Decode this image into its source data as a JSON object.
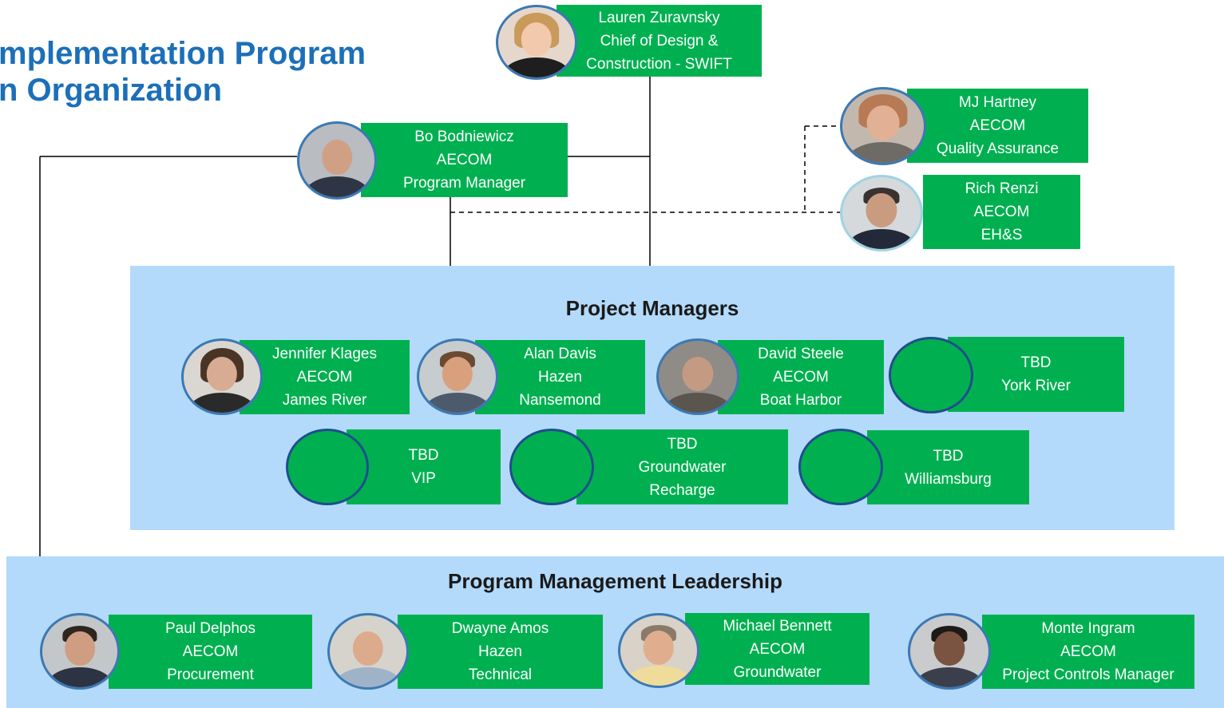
{
  "title": {
    "line1": "mplementation Program",
    "line2": "n Organization"
  },
  "leaders": {
    "lauren": {
      "name": "Lauren Zuravnsky",
      "line2": "Chief of Design &",
      "line3": "Construction - SWIFT"
    },
    "bo": {
      "name": "Bo Bodniewicz",
      "line2": "AECOM",
      "line3": "Program Manager"
    },
    "mj": {
      "name": "MJ Hartney",
      "line2": "AECOM",
      "line3": "Quality Assurance"
    },
    "rich": {
      "name": "Rich Renzi",
      "line2": "AECOM",
      "line3": "EH&S"
    }
  },
  "project_managers": {
    "title": "Project Managers",
    "cards": [
      {
        "name": "Jennifer Klages",
        "org": "AECOM",
        "role": "James River"
      },
      {
        "name": "Alan Davis",
        "org": "Hazen",
        "role": "Nansemond"
      },
      {
        "name": "David Steele",
        "org": "AECOM",
        "role": "Boat Harbor"
      },
      {
        "name": "TBD",
        "org": "York River",
        "role": ""
      },
      {
        "name": "TBD",
        "org": "VIP",
        "role": ""
      },
      {
        "name": "TBD",
        "org": "Groundwater",
        "role": "Recharge"
      },
      {
        "name": "TBD",
        "org": "Williamsburg",
        "role": ""
      }
    ]
  },
  "leadership": {
    "title": "Program Management Leadership",
    "cards": [
      {
        "name": "Paul Delphos",
        "org": "AECOM",
        "role": "Procurement"
      },
      {
        "name": "Dwayne Amos",
        "org": "Hazen",
        "role": "Technical"
      },
      {
        "name": "Michael Bennett",
        "org": "AECOM",
        "role": "Groundwater"
      },
      {
        "name": "Monte Ingram",
        "org": "AECOM",
        "role": "Project Controls Manager"
      }
    ]
  },
  "colors": {
    "card_green": "#00b050",
    "panel_blue": "#b3dafb",
    "title_blue": "#1c6fb8",
    "photo_border": "#3c78b4"
  }
}
